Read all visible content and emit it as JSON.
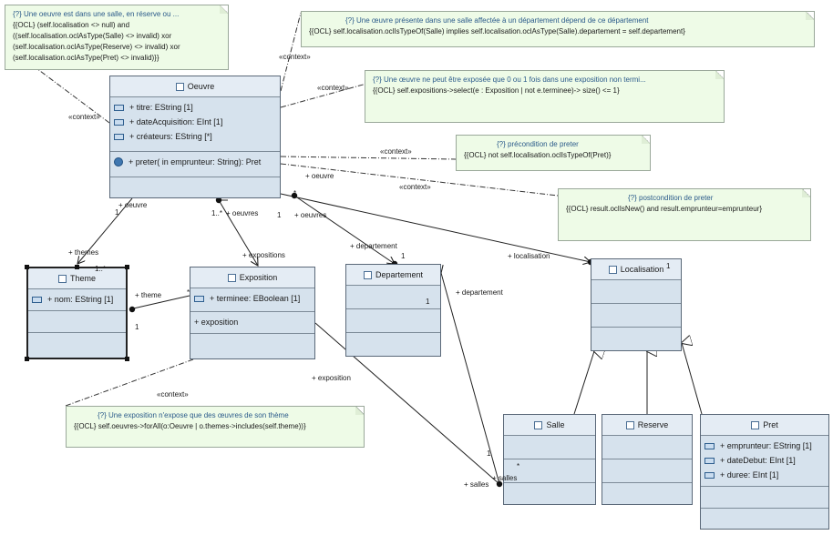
{
  "classes": {
    "oeuvre": {
      "name": "Oeuvre",
      "attributes": [
        "+ titre: EString [1]",
        "+ dateAcquisition: EInt [1]",
        "+ créateurs: EString [*]"
      ],
      "operations": [
        "+ preter(  in emprunteur: String): Pret"
      ]
    },
    "theme": {
      "name": "Theme",
      "attributes": [
        "+ nom: EString [1]"
      ]
    },
    "exposition": {
      "name": "Exposition",
      "attributes": [
        "+ terminee: EBoolean [1]"
      ],
      "extra": "+ exposition"
    },
    "departement": {
      "name": "Departement"
    },
    "localisation": {
      "name": "Localisation"
    },
    "salle": {
      "name": "Salle"
    },
    "reserve": {
      "name": "Reserve"
    },
    "pret": {
      "name": "Pret",
      "attributes": [
        "+ emprunteur: EString [1]",
        "+ dateDebut: EInt [1]",
        "+ duree: EInt [1]"
      ]
    }
  },
  "notes": [
    {
      "title": "{?} Une oeuvre est dans une salle, en réserve ou ...",
      "body": "{{OCL} (self.localisation <> null) and\n((self.localisation.oclAsType(Salle) <> invalid) xor\n(self.localisation.oclAsType(Reserve) <> invalid) xor\n(self.localisation.oclAsType(Pret) <> invalid)}}"
    },
    {
      "title": "{?} Une œuvre présente dans une salle affectée à un département dépend de ce département",
      "body": "{{OCL} self.localisation.oclIsTypeOf(Salle) implies self.localisation.oclAsType(Salle).departement = self.departement}"
    },
    {
      "title": "{?} Une œuvre ne peut être exposée que 0 ou 1 fois dans une exposition non termi...",
      "body": "{{OCL} self.expositions->select(e : Exposition | not e.terminee)-> size() <= 1}"
    },
    {
      "title": "{?} précondition de preter",
      "body": "{{OCL} not self.localisation.oclIsTypeOf(Pret)}"
    },
    {
      "title": "{?} postcondition de preter",
      "body": "{{OCL} result.oclIsNew() and result.emprunteur=emprunteur}"
    },
    {
      "title": "{?} Une exposition n'expose que des œuvres de son thème",
      "body": "{{OCL} self.oeuvres->forAll(o:Oeuvre | o.themes->includes(self.theme))}"
    }
  ],
  "labels": {
    "context": "«context»",
    "oeuvre_role": "+ oeuvre",
    "oeuvres_role": "+ oeuvres",
    "themes_role": "+ themes",
    "expositions_role": "+ expositions",
    "theme_role": "+ theme",
    "exposition_role": "+ exposition",
    "departement_role": "+ departement",
    "localisation_role": "+ localisation",
    "salles_role": "+ salles",
    "mult_1": "1",
    "mult_star": "*",
    "mult_1star": "1..*",
    "mult_1dot": "1..*"
  }
}
